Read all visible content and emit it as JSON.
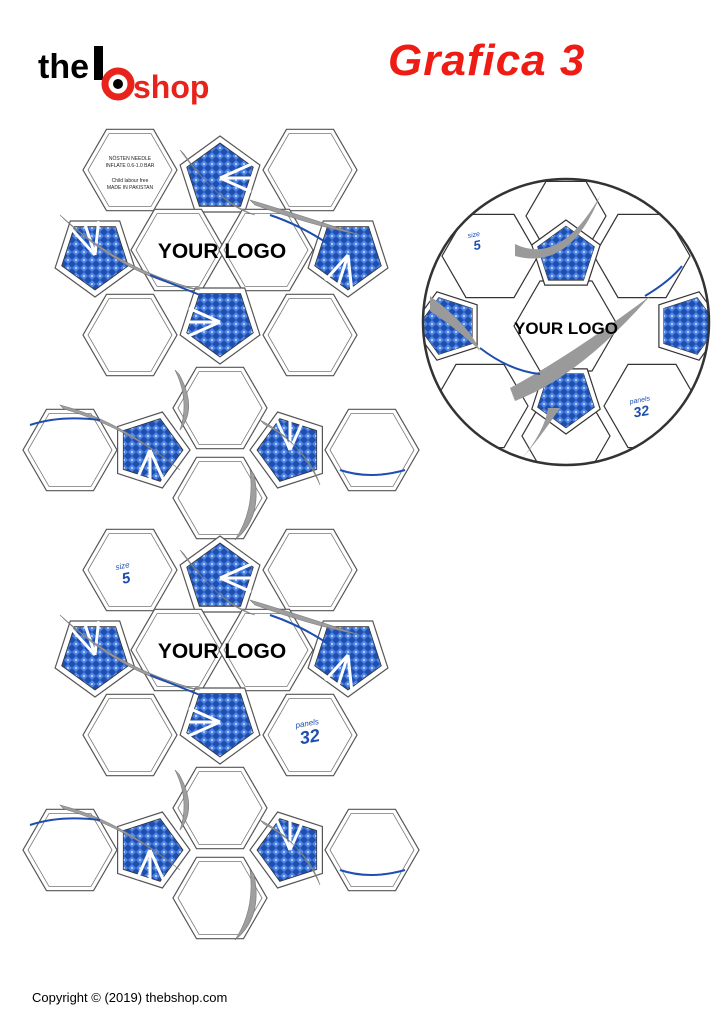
{
  "header": {
    "brand": {
      "part1": "the",
      "part2": "shop"
    },
    "title": "Grafica 3"
  },
  "panels": {
    "logo_text": "YOUR LOGO",
    "instruction_lines": [
      "NÖSTEN NEEDLE",
      "INFLATE 0.6-1.0 BAR",
      "Child labour free",
      "MADE IN PAKISTAN"
    ],
    "size_label": "size",
    "size_value": "5",
    "panels_label": "panels",
    "panels_value": "32"
  },
  "footer": {
    "copyright": "Copyright © (2019) thebshop.com"
  },
  "colors": {
    "title_red": "#ee1c14",
    "brand_red": "#e8231c",
    "panel_blue": "#1e4fb0",
    "swoosh_grey": "#9a9a9a"
  }
}
